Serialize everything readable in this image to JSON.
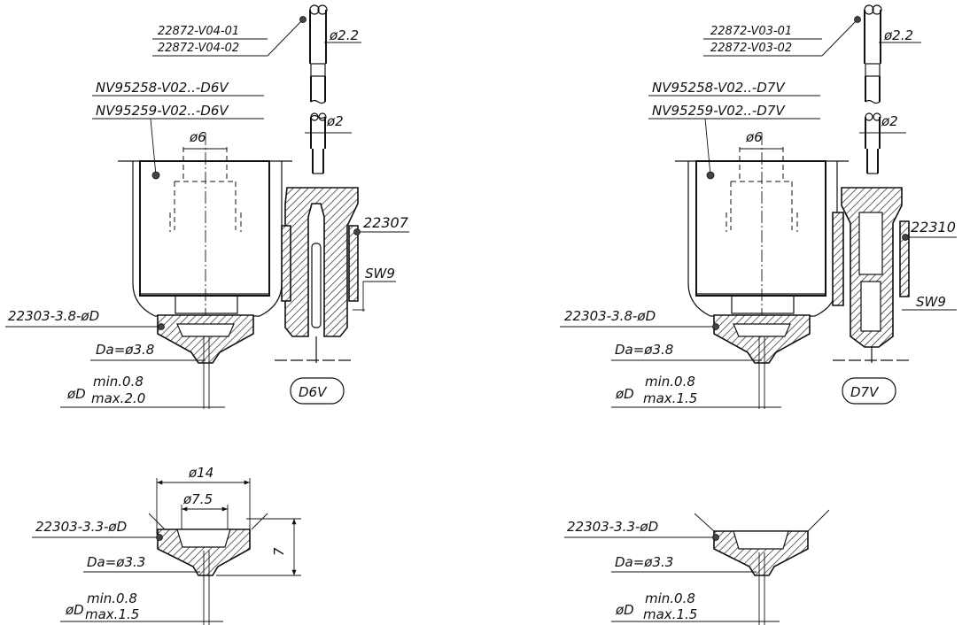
{
  "left": {
    "pin_parts": [
      "22872-V04-01",
      "22872-V04-02"
    ],
    "pin_upper_dia": "ø2.2",
    "pin_lower_dia": "ø2",
    "body_parts": [
      "NV95258-V02..-D6V",
      "NV95259-V02..-D6V"
    ],
    "body_dia": "ø6",
    "sleeve_part": "22307",
    "wrench": "SW9",
    "nozzle_part": "22303-3.8-øD",
    "nozzle_da": "Da=ø3.8",
    "od_symbol": "øD",
    "od_min": "min.0.8",
    "od_max": "max.2.0",
    "variant": "D6V"
  },
  "right": {
    "pin_parts": [
      "22872-V03-01",
      "22872-V03-02"
    ],
    "pin_upper_dia": "ø2.2",
    "pin_lower_dia": "ø2",
    "body_parts": [
      "NV95258-V02..-D7V",
      "NV95259-V02..-D7V"
    ],
    "body_dia": "ø6",
    "sleeve_part": "22310",
    "wrench": "SW9",
    "nozzle_part": "22303-3.8-øD",
    "nozzle_da": "Da=ø3.8",
    "od_symbol": "øD",
    "od_min": "min.0.8",
    "od_max": "max.1.5",
    "variant": "D7V"
  },
  "bottom_left": {
    "outer_dia": "ø14",
    "inner_dia": "ø7.5",
    "height": "7",
    "nozzle_part": "22303-3.3-øD",
    "nozzle_da": "Da=ø3.3",
    "od_symbol": "øD",
    "od_min": "min.0.8",
    "od_max": "max.1.5"
  },
  "bottom_right": {
    "nozzle_part": "22303-3.3-øD",
    "nozzle_da": "Da=ø3.3",
    "od_symbol": "øD",
    "od_min": "min.0.8",
    "od_max": "max.1.5"
  }
}
